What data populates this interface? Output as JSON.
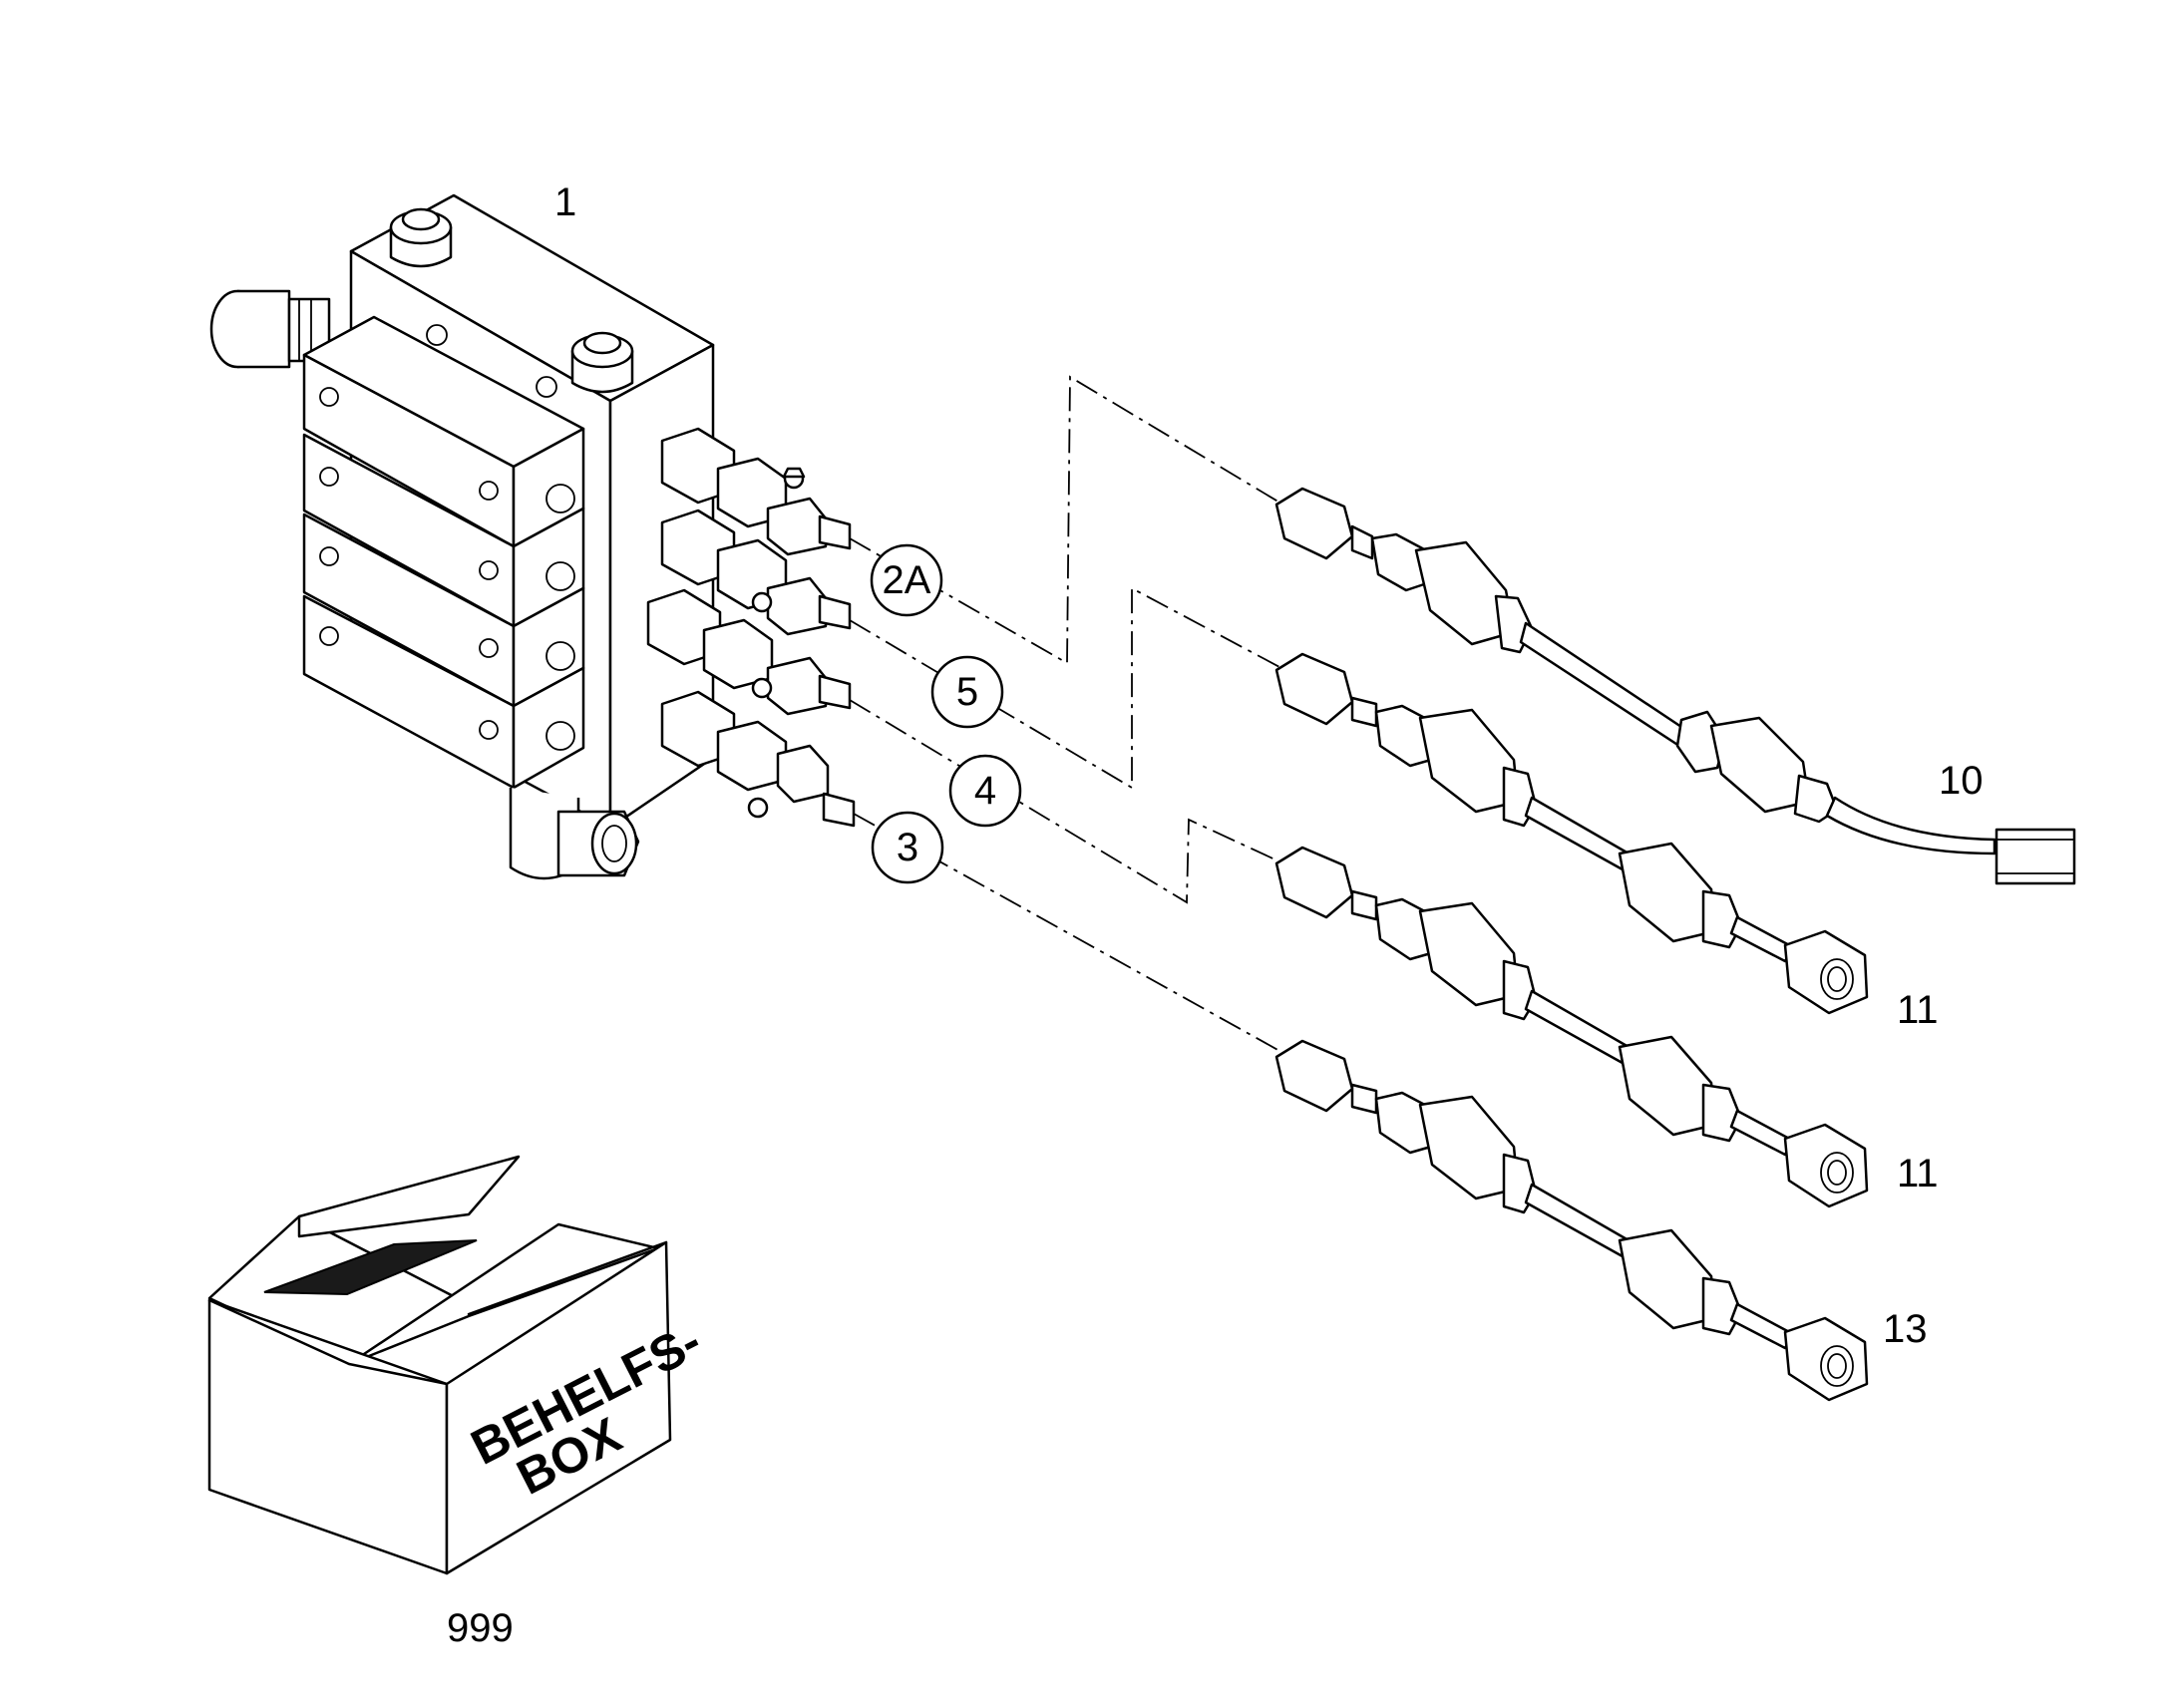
{
  "labels": {
    "block": "1",
    "hose_top": "10",
    "hose_2": "11",
    "hose_3": "11",
    "hose_4": "13",
    "box": "999"
  },
  "callouts": {
    "c2a": "2A",
    "c5": "5",
    "c4": "4",
    "c3": "3"
  },
  "box_text": {
    "line1": "BEHELFS-",
    "line2": "BOX"
  }
}
